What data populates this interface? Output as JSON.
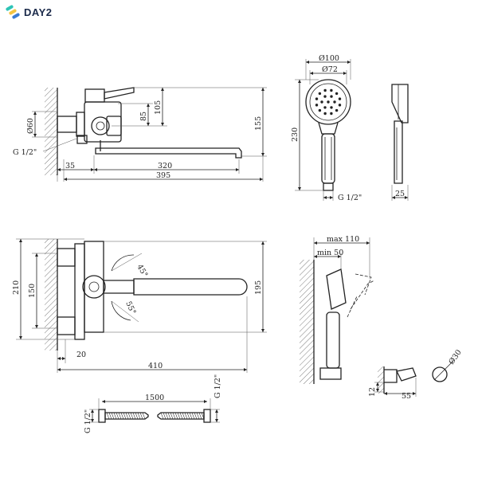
{
  "brand": {
    "name": "DAY2",
    "colors": [
      "#2ec4b6",
      "#f4c542",
      "#3a7bd5"
    ]
  },
  "dimensions": {
    "top_view": {
      "d60": "Ø60",
      "g12": "G 1/2\"",
      "d35": "35",
      "d320": "320",
      "d395": "395",
      "d85": "85",
      "d105": "105",
      "d155": "155"
    },
    "shower_head": {
      "d100": "Ø100",
      "d72": "Ø72",
      "d230": "230",
      "g12": "G 1/2\"",
      "d25": "25"
    },
    "front_view": {
      "d210": "210",
      "d150": "150",
      "a45": "45°",
      "a55": "55°",
      "d195": "195",
      "d20": "20",
      "d410": "410"
    },
    "holder": {
      "max110": "max 110",
      "min50": "min 50",
      "d30": "Ø30",
      "d12": "12",
      "d55": "55"
    },
    "hose": {
      "g12_left": "G 1/2\"",
      "d1500": "1500",
      "g12_right": "G 1/2\""
    }
  }
}
